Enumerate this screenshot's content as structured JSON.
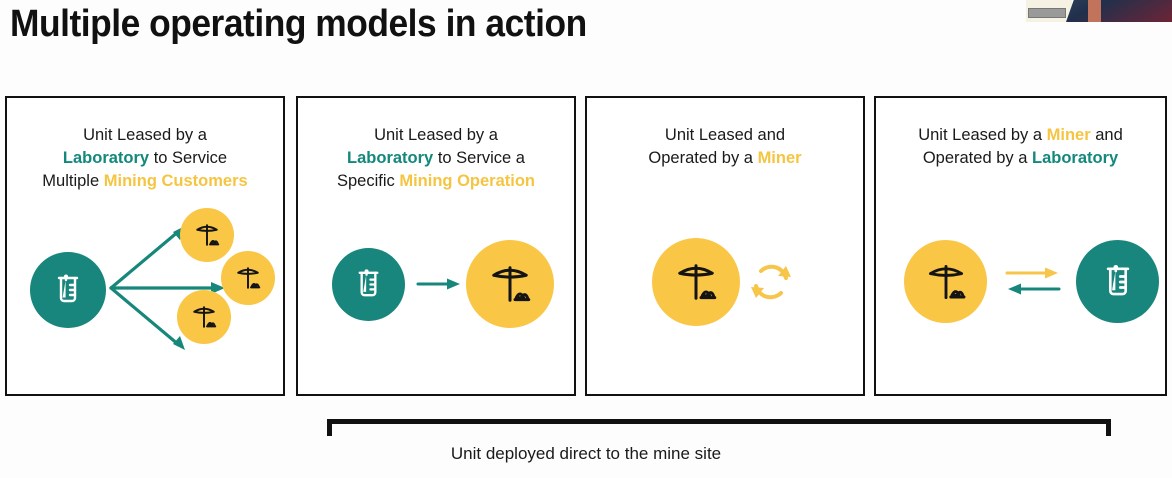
{
  "slide": {
    "title": "Multiple operating models in action",
    "colors": {
      "teal": "#18867c",
      "yellow": "#f9c646",
      "label_teal": "#13887c",
      "label_yellow": "#f5c542",
      "border": "#111111",
      "background": "#ffffff"
    }
  },
  "panels": [
    {
      "id": 1,
      "caption_lines": [
        [
          {
            "t": "Unit Leased by a",
            "s": "plain"
          }
        ],
        [
          {
            "t": "Laboratory",
            "s": "lab"
          },
          {
            "t": " to Service",
            "s": "plain"
          }
        ],
        [
          {
            "t": "Multiple ",
            "s": "plain"
          },
          {
            "t": "Mining Customers",
            "s": "min"
          }
        ]
      ],
      "diagram": "lab-fans-to-three-miners",
      "icons": [
        "laboratory-beaker",
        "pickaxe-ore",
        "pickaxe-ore",
        "pickaxe-ore"
      ],
      "arrows": 3
    },
    {
      "id": 2,
      "caption_lines": [
        [
          {
            "t": "Unit Leased by a",
            "s": "plain"
          }
        ],
        [
          {
            "t": "Laboratory",
            "s": "lab"
          },
          {
            "t": " to Service a",
            "s": "plain"
          }
        ],
        [
          {
            "t": "Specific ",
            "s": "plain"
          },
          {
            "t": "Mining Operation",
            "s": "min"
          }
        ]
      ],
      "diagram": "lab-arrow-to-miner",
      "icons": [
        "laboratory-beaker",
        "pickaxe-ore"
      ],
      "arrows": 1
    },
    {
      "id": 3,
      "caption_lines": [
        [
          {
            "t": "Unit Leased and",
            "s": "plain"
          }
        ],
        [
          {
            "t": "Operated by a ",
            "s": "plain"
          },
          {
            "t": "Miner",
            "s": "min"
          }
        ]
      ],
      "diagram": "miner-with-cycle",
      "icons": [
        "pickaxe-ore",
        "refresh-cycle"
      ],
      "arrows": 0
    },
    {
      "id": 4,
      "caption_lines": [
        [
          {
            "t": "Unit Leased by a ",
            "s": "plain"
          },
          {
            "t": "Miner",
            "s": "min"
          },
          {
            "t": " and",
            "s": "plain"
          }
        ],
        [
          {
            "t": "Operated by a ",
            "s": "plain"
          },
          {
            "t": "Laboratory",
            "s": "lab"
          }
        ]
      ],
      "diagram": "miner-exchange-lab",
      "icons": [
        "pickaxe-ore",
        "laboratory-beaker"
      ],
      "arrows": 2
    }
  ],
  "bracket": {
    "label": "Unit deployed direct to the mine site",
    "spans_panels": [
      2,
      3,
      4
    ]
  }
}
